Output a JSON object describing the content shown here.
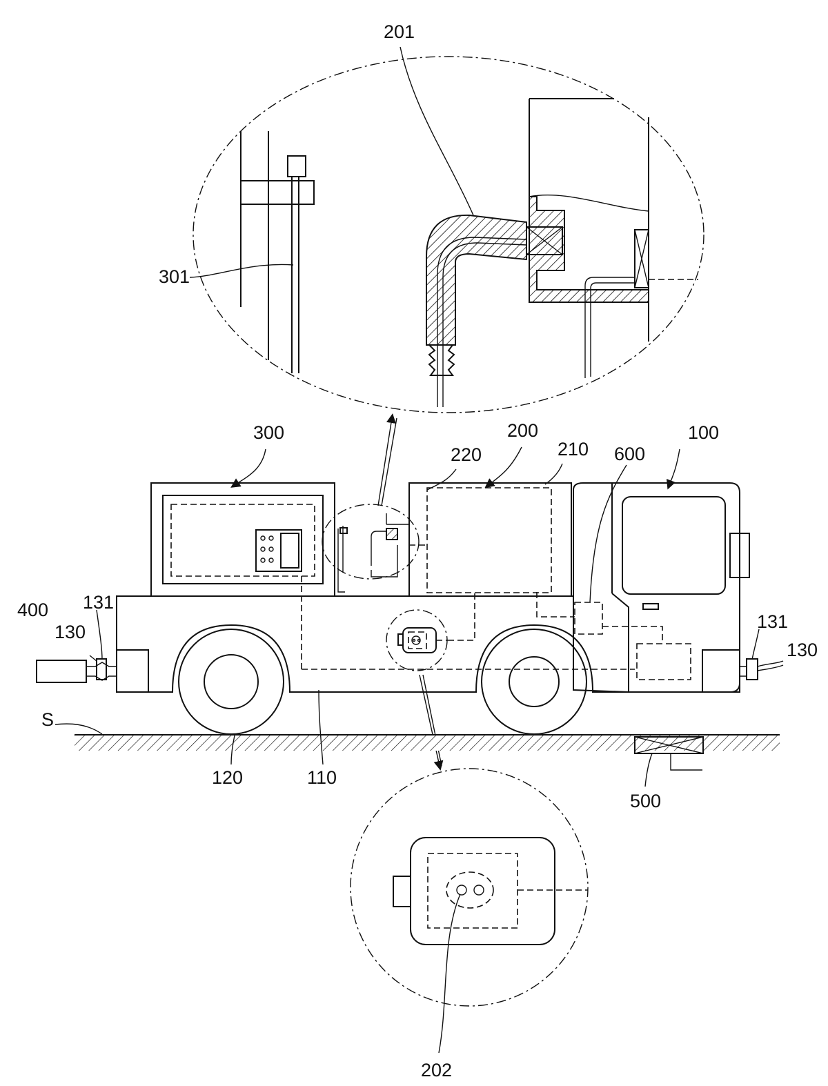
{
  "labels": {
    "l201": "201",
    "l301": "301",
    "l300": "300",
    "l200": "200",
    "l220": "220",
    "l210": "210",
    "l600": "600",
    "l100": "100",
    "l400": "400",
    "l131_left": "131",
    "l130_left": "130",
    "l131_right": "131",
    "l130_right": "130",
    "lS": "S",
    "l120": "120",
    "l110": "110",
    "l500": "500",
    "l202": "202"
  }
}
